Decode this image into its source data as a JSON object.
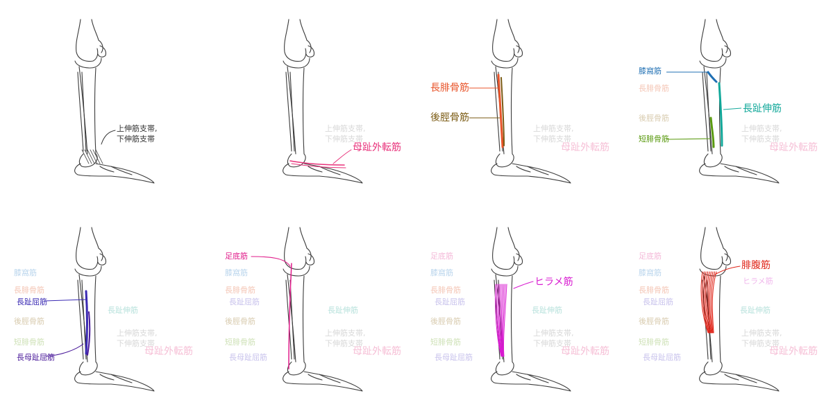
{
  "labels": {
    "retinaculum_line1": "上伸筋支帯,",
    "retinaculum_line2": "下伸筋支帯",
    "extensor_hallucis_brevis": "母趾外転筋",
    "peroneus_longus": "長腓骨筋",
    "tibialis_posterior": "後脛骨筋",
    "popliteus": "膝窩筋",
    "extensor_digitorum_longus": "長趾伸筋",
    "peroneus_brevis": "短腓骨筋",
    "flexor_digitorum_longus": "長趾屈筋",
    "flexor_hallucis_longus": "長母趾屈筋",
    "plantaris": "足底筋",
    "soleus": "ヒラメ筋",
    "gastrocnemius": "腓腹筋"
  },
  "colors": {
    "bone": "#3a3a3a",
    "retinaculum": "#333333",
    "abductor": "#e8317a",
    "peroneus_longus": "#e8542a",
    "tibialis_posterior": "#7a5a12",
    "popliteus": "#1f6fb3",
    "ext_digitorum": "#12a89a",
    "peroneus_brevis": "#5a9a10",
    "flexor_digitorum": "#3a2ab3",
    "flexor_hallucis": "#4a1a9a",
    "plantaris": "#e01c8a",
    "soleus": "#d81ad0",
    "gastrocnemius": "#e02418"
  }
}
